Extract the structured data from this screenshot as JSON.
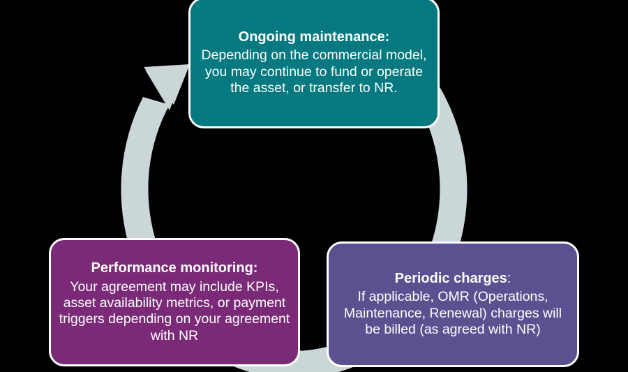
{
  "diagram": {
    "type": "cycle",
    "background_color": "#000000",
    "arrow_ring": {
      "name": "circular-cycle-arrow",
      "color": "#CBD6D8",
      "direction": "clockwise",
      "arrowhead_position": "top-left"
    },
    "nodes": [
      {
        "id": "ongoing-maintenance",
        "title": "Ongoing maintenance:",
        "title_tail": "",
        "body": "Depending on the commercial model, you may continue to fund or operate the asset, or transfer to NR.",
        "color": "#04797F",
        "position": "top"
      },
      {
        "id": "periodic-charges",
        "title": "Periodic charges",
        "title_tail": ":",
        "body": "If applicable, OMR (Operations, Maintenance, Renewal) charges will be billed (as agreed with NR)",
        "color": "#5B5190",
        "position": "bottom-right"
      },
      {
        "id": "performance-monitoring",
        "title": "Performance monitoring:",
        "title_tail": "",
        "body": "Your agreement may include KPIs, asset availability metrics, or payment triggers depending on your agreement with NR",
        "color": "#7B2A78",
        "position": "bottom-left"
      }
    ]
  }
}
